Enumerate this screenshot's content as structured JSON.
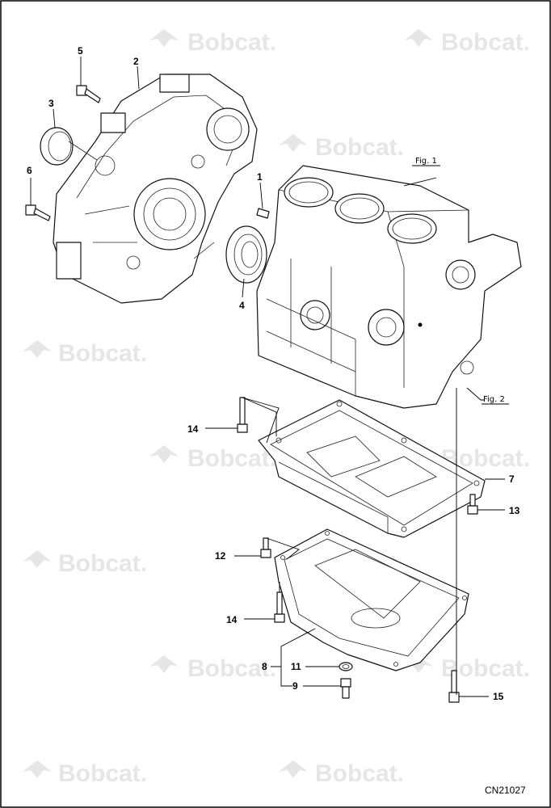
{
  "watermark": {
    "text": "Bobcat."
  },
  "figure_labels": {
    "fig1": "Fig. 1",
    "fig2": "Fig. 2"
  },
  "diagram_code": "CN21027",
  "callouts": [
    {
      "id": "1",
      "text": "1"
    },
    {
      "id": "2",
      "text": "2"
    },
    {
      "id": "3",
      "text": "3"
    },
    {
      "id": "4",
      "text": "4"
    },
    {
      "id": "5",
      "text": "5"
    },
    {
      "id": "6",
      "text": "6"
    },
    {
      "id": "7",
      "text": "7"
    },
    {
      "id": "8",
      "text": "8"
    },
    {
      "id": "9",
      "text": "9"
    },
    {
      "id": "11",
      "text": "11"
    },
    {
      "id": "12",
      "text": "12"
    },
    {
      "id": "13",
      "text": "13"
    },
    {
      "id": "14a",
      "text": "14"
    },
    {
      "id": "14b",
      "text": "14"
    },
    {
      "id": "15",
      "text": "15"
    }
  ]
}
